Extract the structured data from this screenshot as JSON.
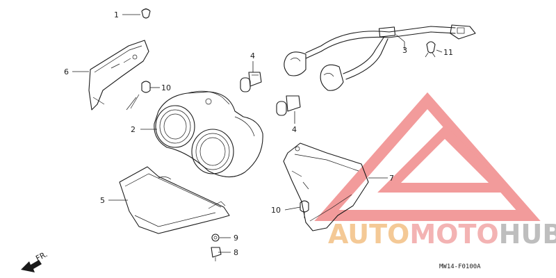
{
  "parts": [
    {
      "label": "1"
    },
    {
      "label": "2"
    },
    {
      "label": "3"
    },
    {
      "label": "4"
    },
    {
      "label": "4"
    },
    {
      "label": "5"
    },
    {
      "label": "6"
    },
    {
      "label": "7"
    },
    {
      "label": "8"
    },
    {
      "label": "9"
    },
    {
      "label": "10"
    },
    {
      "label": "10"
    },
    {
      "label": "11"
    }
  ],
  "direction_marker": {
    "label": "FR."
  },
  "diagram_code": "MW14-F0100A",
  "watermark": {
    "word_part1": "AUTO",
    "word_part2": "MOTO",
    "word_part3": "HUB",
    "colors": {
      "triangle": "#f08a8a",
      "auto": "#f3c084",
      "moto": "#f2a6a6",
      "hub": "#b3b3b3"
    }
  }
}
